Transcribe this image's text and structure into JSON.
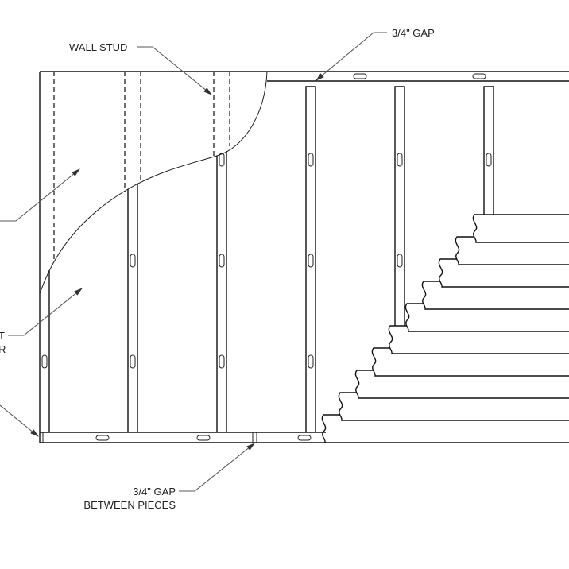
{
  "labels": {
    "wall_stud": "WALL STUD",
    "top_gap": "3/4\" GAP",
    "bottom_gap_line1": "3/4\" GAP",
    "bottom_gap_line2": "BETWEEN PIECES",
    "left_cut_1": "T",
    "left_cut_2": "R"
  },
  "colors": {
    "line": "#111111",
    "leader": "#555555",
    "background": "#ffffff"
  }
}
